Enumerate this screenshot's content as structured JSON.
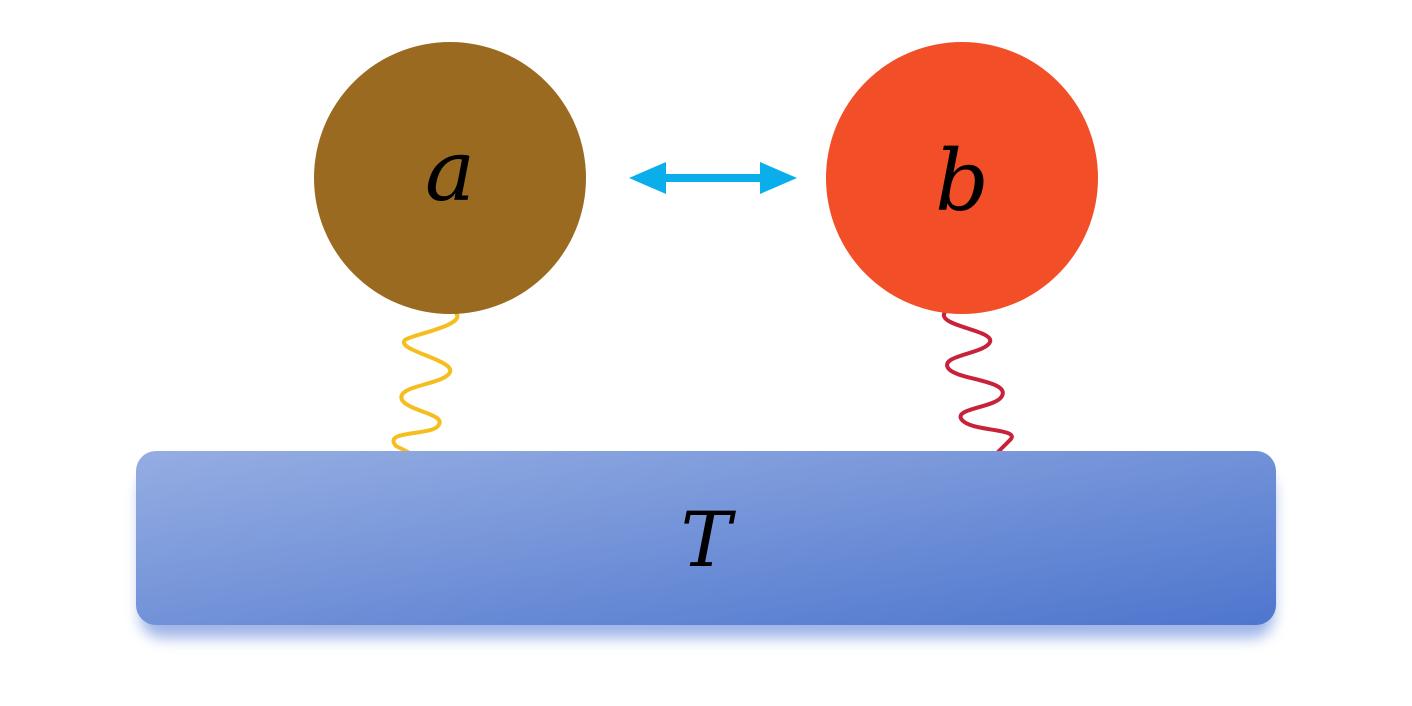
{
  "diagram": {
    "node_a": {
      "label": "a",
      "color": "#9A6A20"
    },
    "node_b": {
      "label": "b",
      "color": "#F24E28"
    },
    "bath": {
      "label": "T",
      "gradient_start": "#95ADE2",
      "gradient_end": "#4E76CE",
      "shadow_color": "#7F9BE0"
    },
    "coupling_arrow": {
      "color": "#0AAEEA",
      "type": "bidirectional"
    },
    "spring_a": {
      "color": "#F5BE1E"
    },
    "spring_b": {
      "color": "#C8223A"
    }
  }
}
